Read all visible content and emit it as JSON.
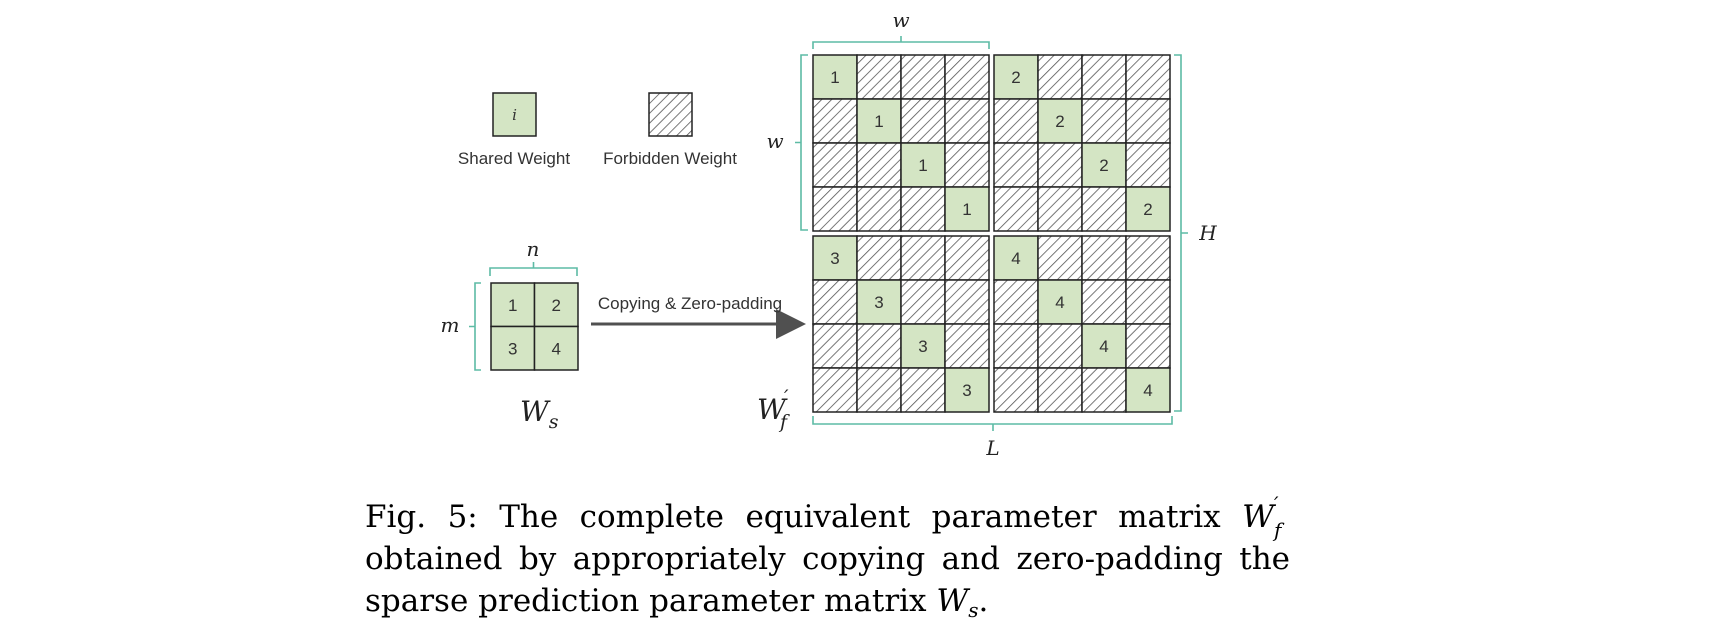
{
  "colors": {
    "shared_fill": "#d4e5c4",
    "bracket": "#5dbba5",
    "grid_line": "#222222",
    "hatch": "#555555",
    "arrow": "#505050"
  },
  "legend": {
    "shared_symbol": "i",
    "shared_label": "Shared Weight",
    "forbidden_label": "Forbidden Weight"
  },
  "small_matrix": {
    "cells": [
      "1",
      "2",
      "3",
      "4"
    ],
    "cols_label": "n",
    "rows_label": "m",
    "name_main": "W",
    "name_sub": "s"
  },
  "arrow_label": "Copying & Zero-padding",
  "big_matrix": {
    "block_values": [
      [
        "1",
        "2"
      ],
      [
        "3",
        "4"
      ]
    ],
    "block_size": 4,
    "top_label": "w",
    "left_label": "w",
    "right_label": "H",
    "bottom_label": "L",
    "name_main": "W",
    "name_sup": "′",
    "name_sub": "f"
  },
  "caption": {
    "line1": "Fig. 5: The complete equivalent parameter matrix",
    "line1_sym_main": "W",
    "line1_sym_sup": "′",
    "line1_sym_sub": "f",
    "line2": "obtained by appropriately copying and zero-padding the",
    "line3": "sparse prediction parameter matrix",
    "line3_sym_main": "W",
    "line3_sym_sub": "s",
    "line3_end": "."
  }
}
